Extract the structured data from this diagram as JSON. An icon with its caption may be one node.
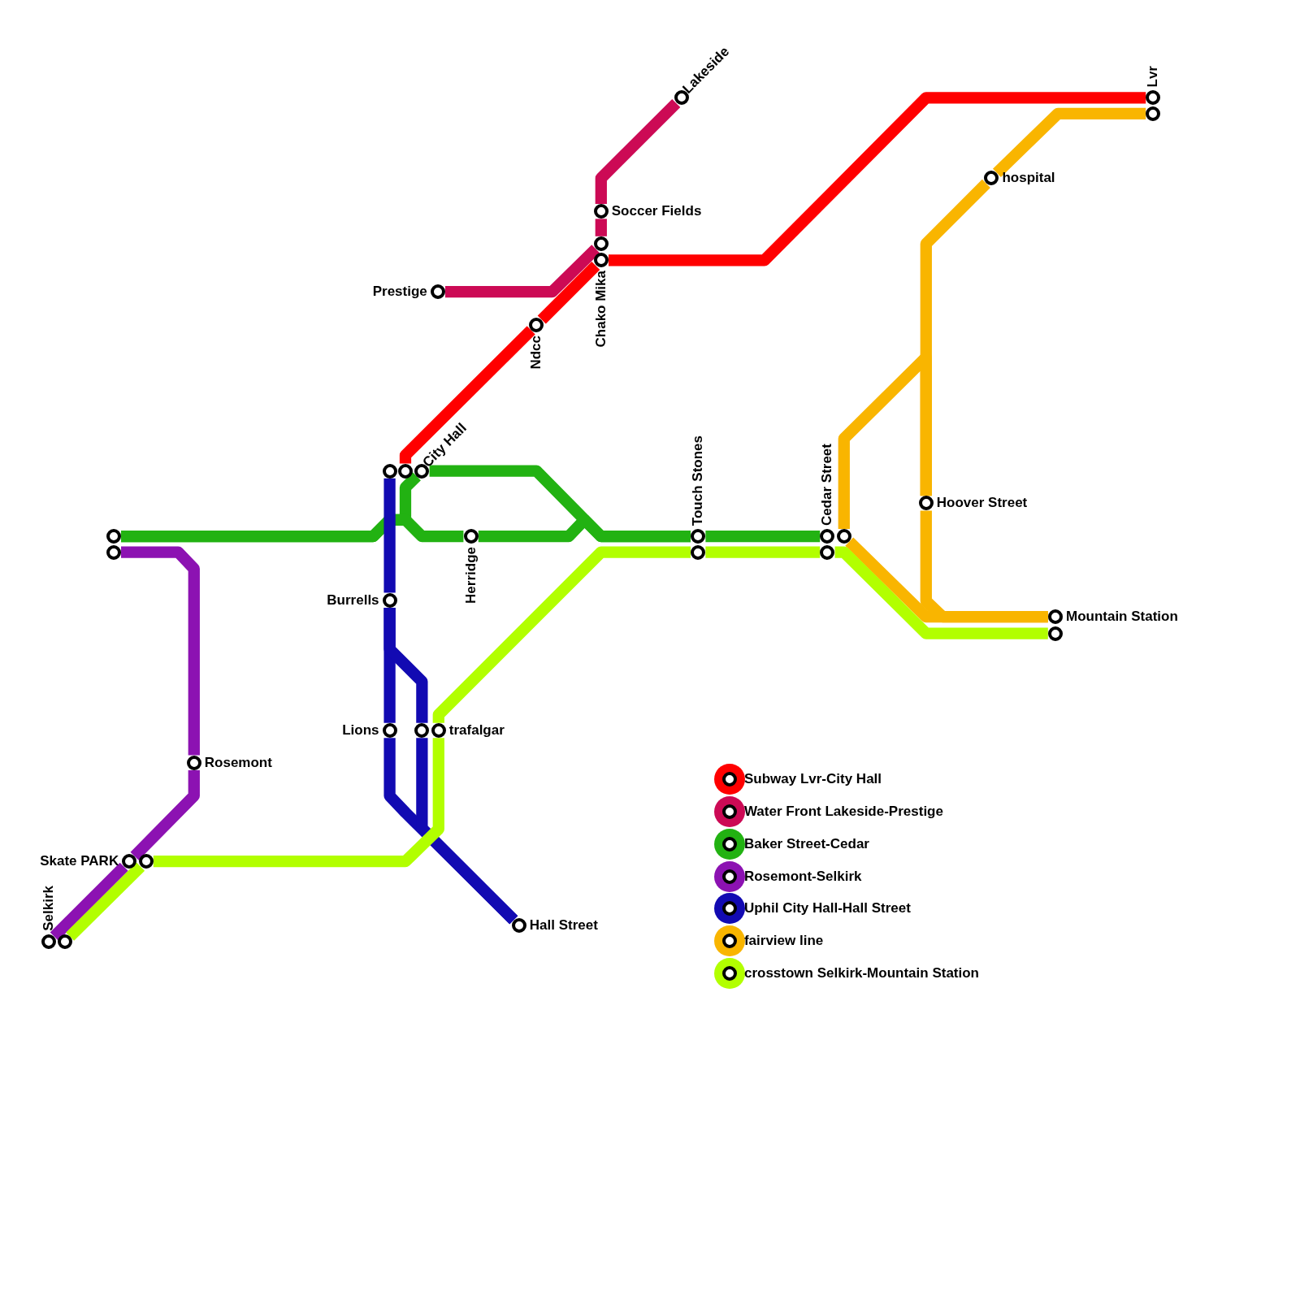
{
  "diagram": {
    "nodes": [
      {
        "text": [
          "Lakeside"
        ]
      },
      {
        "text": [
          "Soccer Fields"
        ]
      },
      {
        "text": [],
        "shape": "circle"
      },
      {
        "text": [
          "Chako Mika"
        ]
      },
      {
        "text": [
          "Prestige"
        ]
      },
      {
        "text": [
          "Ndcc"
        ]
      },
      {
        "text": [
          "Lvr"
        ]
      },
      {
        "text": [],
        "shape": "circle"
      },
      {
        "text": [
          "hospital"
        ]
      },
      {
        "text": [],
        "shape": "circle"
      },
      {
        "text": [],
        "shape": "circle"
      },
      {
        "text": [
          "City Hall"
        ]
      },
      {
        "text": [],
        "shape": "circle"
      },
      {
        "text": [],
        "shape": "circle"
      },
      {
        "text": [
          "Herridge"
        ]
      },
      {
        "text": [
          "Touch Stones"
        ]
      },
      {
        "text": [],
        "shape": "circle"
      },
      {
        "text": [
          "Cedar Street"
        ]
      },
      {
        "text": [],
        "shape": "circle"
      },
      {
        "text": [],
        "shape": "circle"
      },
      {
        "text": [
          "Hoover Street"
        ]
      },
      {
        "text": [
          "Burrells"
        ]
      },
      {
        "text": [
          "Mountain Station"
        ]
      },
      {
        "text": [],
        "shape": "circle"
      },
      {
        "text": [
          "Lions"
        ]
      },
      {
        "text": [],
        "shape": "circle"
      },
      {
        "text": [
          "trafalgar"
        ]
      },
      {
        "text": [
          "Rosemont"
        ]
      },
      {
        "text": [
          "Skate PARK"
        ]
      },
      {
        "text": [],
        "shape": "circle"
      },
      {
        "text": [
          "Selkirk"
        ]
      },
      {
        "text": [],
        "shape": "circle"
      },
      {
        "text": [
          "Hall Street"
        ]
      }
    ],
    "edges": [
      {
        "from": 0,
        "to": 1,
        "arrow": "none",
        "color": "#cc0a55"
      },
      {
        "from": 1,
        "to": 2,
        "arrow": "none",
        "color": "#cc0a55"
      },
      {
        "from": 2,
        "to": 4,
        "arrow": "none",
        "color": "#cc0a55"
      },
      {
        "from": 6,
        "to": 3,
        "arrow": "none",
        "color": "#ff0000"
      },
      {
        "from": 3,
        "to": 5,
        "arrow": "none",
        "color": "#ff0000"
      },
      {
        "from": 5,
        "to": 10,
        "arrow": "none",
        "color": "#ff0000"
      },
      {
        "from": 12,
        "to": 11,
        "arrow": "none",
        "color": "#22b212"
      },
      {
        "from": 11,
        "to": 15,
        "arrow": "none",
        "color": "#22b212"
      },
      {
        "from": 12,
        "to": 14,
        "arrow": "none",
        "color": "#22b212"
      },
      {
        "from": 14,
        "to": 15,
        "arrow": "none",
        "color": "#22b212"
      },
      {
        "from": 15,
        "to": 17,
        "arrow": "none",
        "color": "#22b212"
      },
      {
        "from": 13,
        "to": 27,
        "arrow": "none",
        "color": "#8c12b2"
      },
      {
        "from": 27,
        "to": 28,
        "arrow": "none",
        "color": "#8c12b2"
      },
      {
        "from": 28,
        "to": 30,
        "arrow": "none",
        "color": "#8c12b2"
      },
      {
        "from": 9,
        "to": 21,
        "arrow": "none",
        "color": "#120ab2"
      },
      {
        "from": 21,
        "to": 24,
        "arrow": "none",
        "color": "#120ab2"
      },
      {
        "from": 21,
        "to": 25,
        "arrow": "none",
        "color": "#120ab2"
      },
      {
        "from": 24,
        "to": 32,
        "arrow": "none",
        "color": "#120ab2"
      },
      {
        "from": 25,
        "to": 32,
        "arrow": "none",
        "color": "#120ab2"
      },
      {
        "from": 7,
        "to": 8,
        "arrow": "none",
        "color": "#f9b500"
      },
      {
        "from": 8,
        "to": 20,
        "arrow": "none",
        "color": "#f9b500"
      },
      {
        "from": 20,
        "to": 22,
        "arrow": "none",
        "color": "#f9b500"
      },
      {
        "from": 19,
        "to": 20,
        "arrow": "none",
        "color": "#f9b500"
      },
      {
        "from": 19,
        "to": 22,
        "arrow": "none",
        "color": "#f9b500"
      },
      {
        "from": 31,
        "to": 29,
        "arrow": "none",
        "color": "#b2ff00"
      },
      {
        "from": 29,
        "to": 26,
        "arrow": "none",
        "color": "#b2ff00"
      },
      {
        "from": 26,
        "to": 16,
        "arrow": "none",
        "color": "#b2ff00"
      },
      {
        "from": 16,
        "to": 18,
        "arrow": "none",
        "color": "#b2ff00"
      },
      {
        "from": 18,
        "to": 23,
        "arrow": "none",
        "color": "#b2ff00"
      }
    ],
    "legend": [
      {
        "text": "Subway Lvr-City Hall",
        "color": "#ff0000"
      },
      {
        "text": "Water Front Lakeside-Prestige",
        "color": "#cc0a55"
      },
      {
        "text": "Baker Street-Cedar",
        "color": "#22b212"
      },
      {
        "text": "Rosemont-Selkirk",
        "color": "#8c12b2"
      },
      {
        "text": "Uphil City Hall-Hall Street",
        "color": "#120ab2"
      },
      {
        "text": "fairview line",
        "color": "#f9b500"
      },
      {
        "text": "crosstown Selkirk-Mountain Station",
        "color": "#b2ff00"
      }
    ]
  }
}
